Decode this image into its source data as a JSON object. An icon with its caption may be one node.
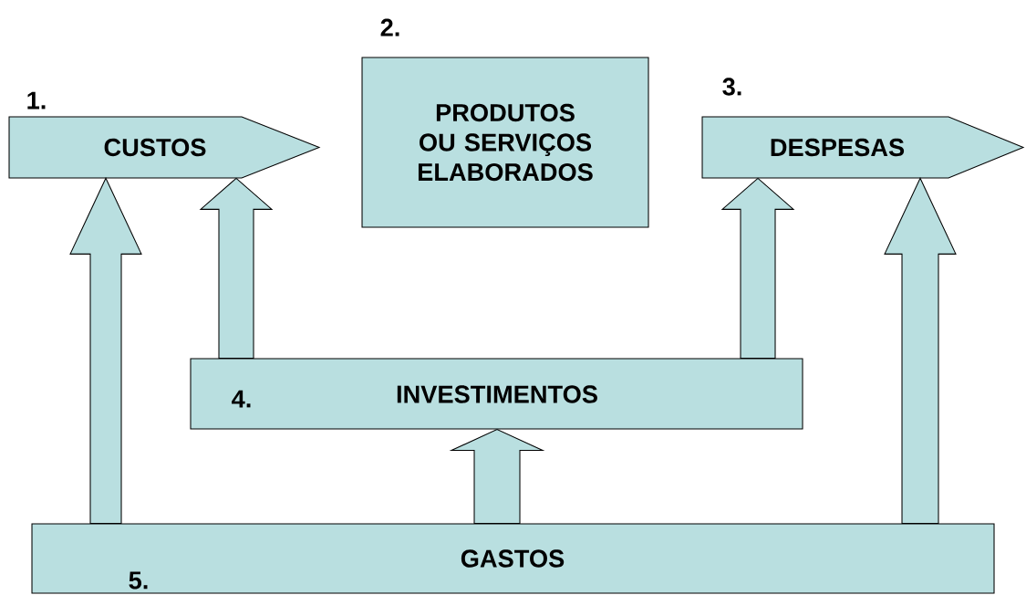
{
  "diagram": {
    "nodes": [
      {
        "text": [
          "1.",
          "CUSTOS"
        ]
      },
      {
        "text": [
          "2.",
          "PRODUTOS OU SERVIÇOS ELABORADOS"
        ]
      },
      {
        "text": [
          "3.",
          "DESPESAS"
        ]
      },
      {
        "text": [
          "4.",
          "INVESTIMENTOS"
        ]
      },
      {
        "text": [
          "5.",
          "GASTOS"
        ]
      }
    ],
    "edges": [
      {
        "from": 4,
        "to": 0,
        "arrow": "to"
      },
      {
        "from": 4,
        "to": 3,
        "arrow": "to"
      },
      {
        "from": 3,
        "to": 0,
        "arrow": "to"
      },
      {
        "from": 3,
        "to": 2,
        "arrow": "to"
      },
      {
        "from": 4,
        "to": 2,
        "arrow": "to"
      }
    ]
  }
}
